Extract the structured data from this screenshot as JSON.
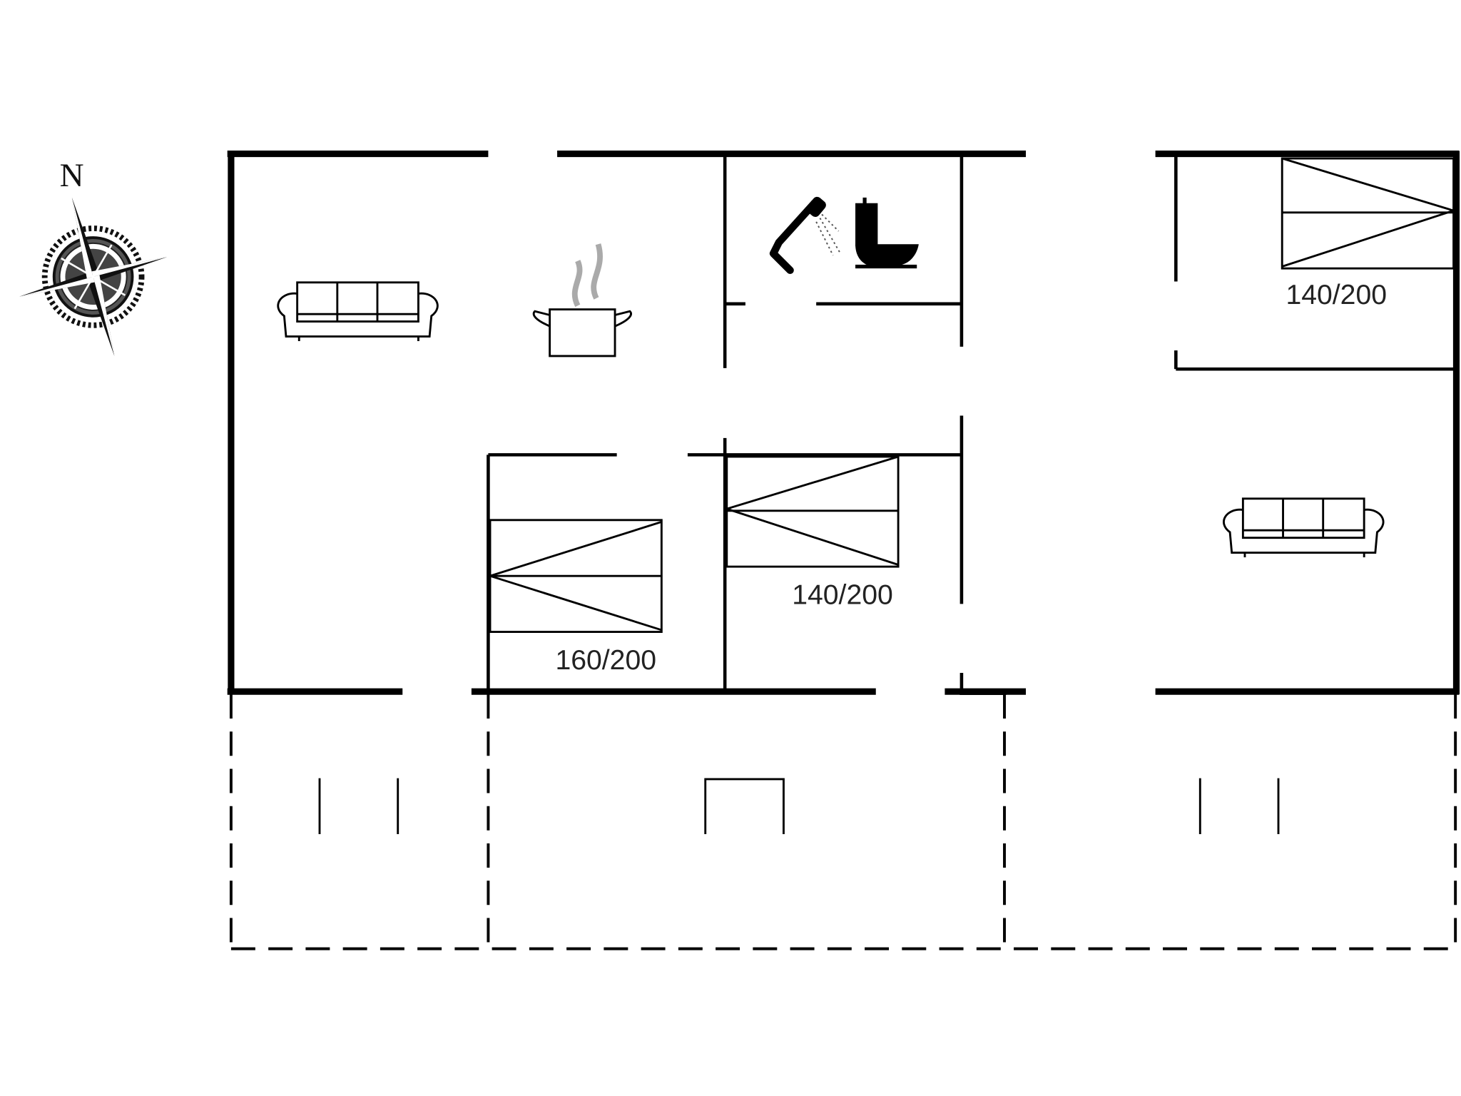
{
  "plan": {
    "compass_label": "N",
    "beds": [
      {
        "label": "140/200",
        "room": "bedroom-northeast"
      },
      {
        "label": "140/200",
        "room": "bedroom-center"
      },
      {
        "label": "160/200",
        "room": "bedroom-west"
      }
    ],
    "icons": [
      "compass-rose-icon",
      "sofa-icon",
      "cooking-pot-icon",
      "shower-icon",
      "toilet-icon",
      "sofa-icon"
    ],
    "terrace_style": "dashed outline"
  }
}
